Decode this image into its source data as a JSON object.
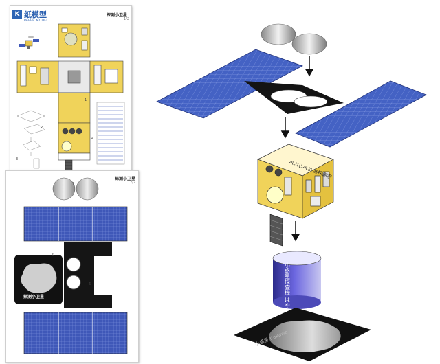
{
  "sheet1": {
    "logo_icon": "K",
    "logo_title": "纸模型",
    "logo_subtitle": "PAPER MODEL",
    "title": "探测小卫星",
    "page": "1/2",
    "step_numbers": [
      "1",
      "2",
      "3",
      "4"
    ]
  },
  "sheet2": {
    "title": "探测小卫星",
    "page": "2/2",
    "asteroid_label": "探测小卫星",
    "step_numbers": [
      "5",
      "6",
      "7"
    ]
  },
  "assembly": {
    "body_text": "ぺぶじぺぷ\nあ探測宇",
    "cylinder_text": "小惑星探査機 はやぶさ",
    "base_text": "小惑星 Itokawa"
  },
  "colors": {
    "panel_blue": "#3f58b8",
    "body_yellow": "#f0d35a",
    "frame_black": "#151515",
    "cylinder_purple": "#5a54c8"
  },
  "icons": {
    "arrow": "down-arrow-icon"
  }
}
